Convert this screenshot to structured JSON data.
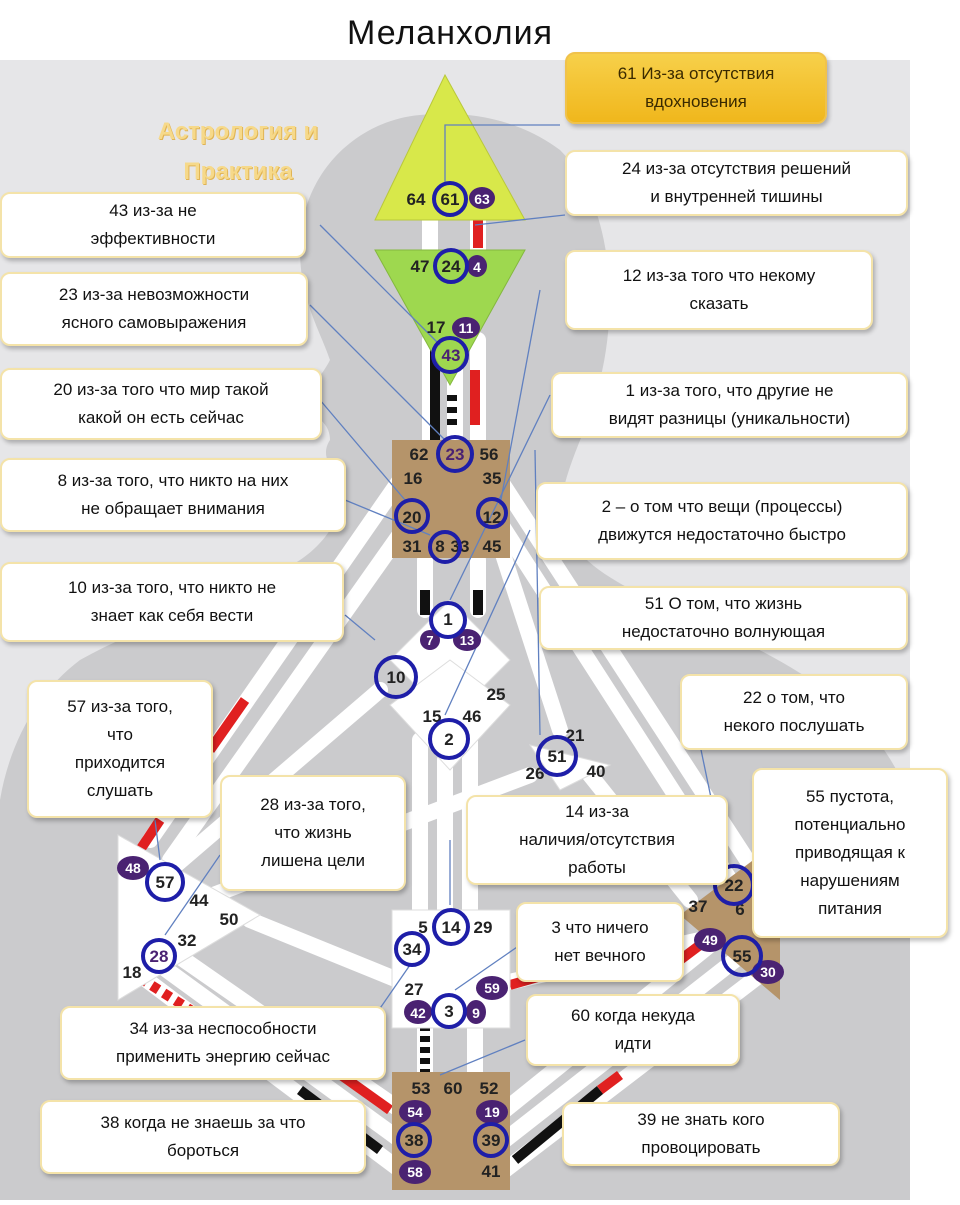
{
  "title": "Меланхолия",
  "watermark": {
    "line1": "Астрология и",
    "line2": "Практика"
  },
  "colors": {
    "bg_panel": "#e8e8ea",
    "silhouette": "#c9c9cb",
    "head_center": "#d8e84a",
    "ajna_center": "#9ed84f",
    "motor_center": "#b5946a",
    "channel_red": "#e02020",
    "channel_black": "#111111",
    "gate_ring": "#1e1ea8",
    "gate_badge": "#4a2272",
    "callout_border": "#f4e3a9",
    "highlight_callout": "#f2c12e"
  },
  "gate_numbers": {
    "n64": "64",
    "n61": "61",
    "n63": "63",
    "n47": "47",
    "n24": "24",
    "n4": "4",
    "n17": "17",
    "n11": "11",
    "n43": "43",
    "n62": "62",
    "n23": "23",
    "n56": "56",
    "n16": "16",
    "n35": "35",
    "n20": "20",
    "n12": "12",
    "n31": "31",
    "n8": "8",
    "n33": "33",
    "n45": "45",
    "n1": "1",
    "n7": "7",
    "n13": "13",
    "n10": "10",
    "n25": "25",
    "n15": "15",
    "n46": "46",
    "n2": "2",
    "n21": "21",
    "n51": "51",
    "n26": "26",
    "n40": "40",
    "n48": "48",
    "n57": "57",
    "n44": "44",
    "n50": "50",
    "n32": "32",
    "n28": "28",
    "n18": "18",
    "n5": "5",
    "n14": "14",
    "n29": "29",
    "n34": "34",
    "n27": "27",
    "n59": "59",
    "n42": "42",
    "n3": "3",
    "n9": "9",
    "n37": "37",
    "n22": "22",
    "n6": "6",
    "n49": "49",
    "n55": "55",
    "n30": "30",
    "n53": "53",
    "n60": "60",
    "n52": "52",
    "n54": "54",
    "n19": "19",
    "n38": "38",
    "n39": "39",
    "n58": "58",
    "n41": "41"
  },
  "callouts": {
    "c61": "61 Из-за отсутствия\nвдохновения",
    "c24": "24 из-за отсутствия решений\nи внутренней  тишины",
    "c43": "43 из-за не\nэффективности",
    "c12": "12 из-за того что некому\nсказать",
    "c23": "23 из-за невозможности\nясного самовыражения",
    "c20": "20 из-за того что мир такой\nкакой он есть сейчас",
    "c1": "1 из-за того, что другие  не\nвидят разницы (уникальности)",
    "c8": "8 из-за того, что никто на них\nне обращает внимания",
    "c2": "2 – о том что вещи (процессы)\nдвижутся недостаточно быстро",
    "c10": "10 из-за того, что никто не\nзнает как себя вести",
    "c51": "51  О том, что жизнь\nнедостаточно волнующая",
    "c22": "22 о том, что\nнекого послушать",
    "c57": "57 из-за того,\nчто\nприходится\nслушать",
    "c28": "28 из-за того,\nчто жизнь\nлишена цели",
    "c14": "14 из-за\nналичия/отсутствия\nработы",
    "c55": "55 пустота,\nпотенциально\nприводящая к\nнарушениям\nпитания",
    "c3": "3 что ничего\nнет вечного",
    "c34": "34 из-за неспособности\nприменить энергию сейчас",
    "c60": "60 когда некуда\nидти",
    "c38": "38 когда  не знаешь за что\nбороться",
    "c39": "39 не знать кого\nпровоцировать"
  }
}
